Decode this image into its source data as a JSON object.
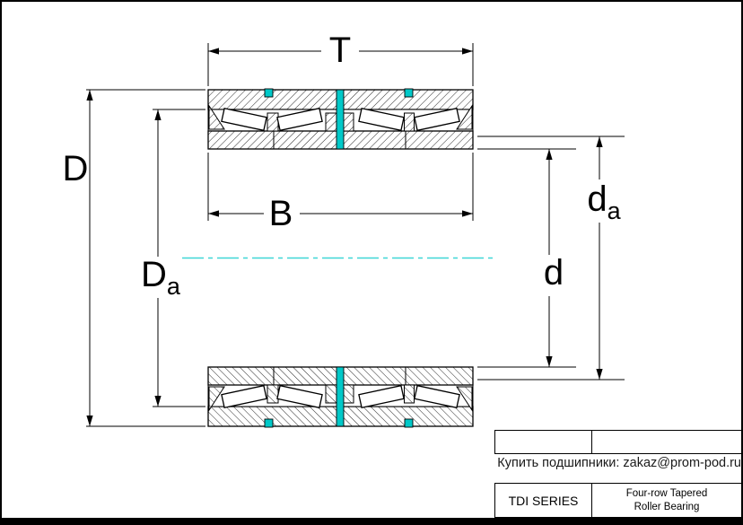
{
  "drawing": {
    "labels": {
      "T": "T",
      "D": "D",
      "B": "B",
      "d": "d",
      "Da_main": "D",
      "Da_sub": "a",
      "da_main": "d",
      "da_sub": "a"
    },
    "colors": {
      "outline": "#000000",
      "centerline": "#3fd6d6",
      "spacer": "#00c8c8"
    }
  },
  "title_block": {
    "series": "TDI SERIES",
    "product_line1": "Four-row Tapered",
    "product_line2": "Roller Bearing"
  },
  "footer": {
    "note": "Купить подшипники: zakaz@prom-pod.ru"
  }
}
